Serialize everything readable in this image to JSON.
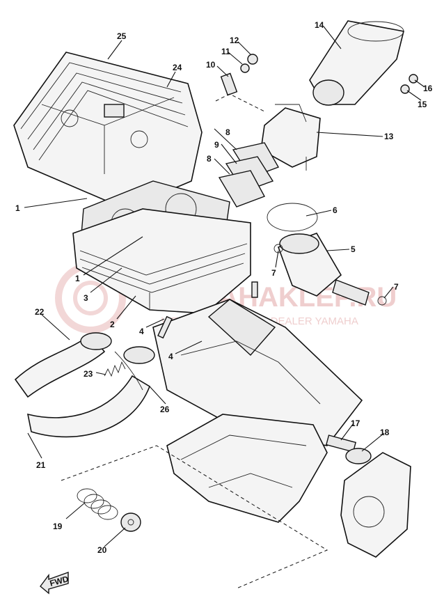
{
  "diagram": {
    "labels": {
      "p1a": "1",
      "p1b": "1",
      "p2": "2",
      "p3": "3",
      "p4a": "4",
      "p4b": "4",
      "p5": "5",
      "p6": "6",
      "p7a": "7",
      "p7b": "7",
      "p8a": "8",
      "p8b": "8",
      "p9": "9",
      "p10": "10",
      "p11": "11",
      "p12": "12",
      "p13": "13",
      "p14": "14",
      "p15": "15",
      "p16": "16",
      "p17": "17",
      "p18": "18",
      "p19": "19",
      "p20": "20",
      "p21": "21",
      "p22": "22",
      "p23": "23",
      "p24": "24",
      "p25": "25",
      "p26": "26"
    },
    "fwd_label": "FWD"
  },
  "watermark": {
    "brand_line": "YAMAHAKLEP.RU",
    "dealer_line": "WEB-SHOP OFFICIAL DEALER YAMAHA"
  },
  "colors": {
    "line": "#111111",
    "watermark": "#e2a7a7"
  }
}
